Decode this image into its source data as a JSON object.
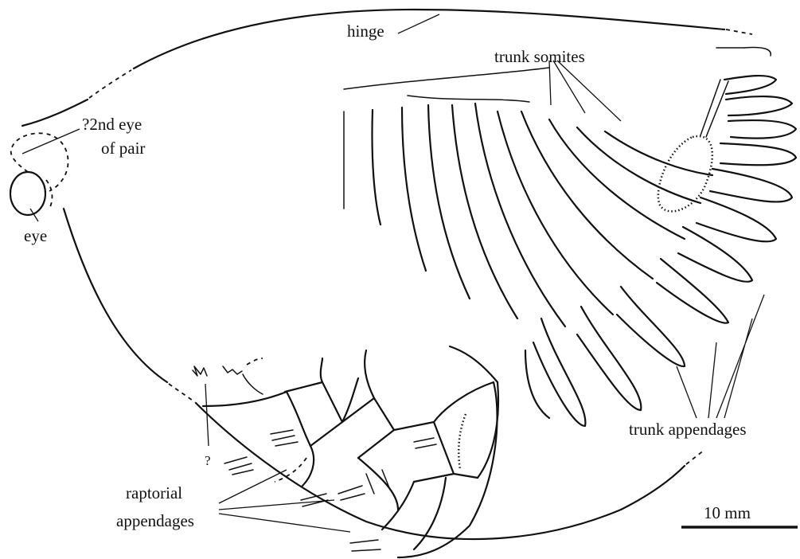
{
  "labels": {
    "hinge": "hinge",
    "trunk_somites": "trunk somites",
    "second_eye_line1": "?2nd eye",
    "second_eye_line2": "of pair",
    "eye": "eye",
    "question": "?",
    "raptorial_line1": "raptorial",
    "raptorial_line2": "appendages",
    "trunk_appendages": "trunk appendages",
    "scale": "10 mm"
  },
  "colors": {
    "ink": "#111111",
    "background": "#ffffff"
  }
}
